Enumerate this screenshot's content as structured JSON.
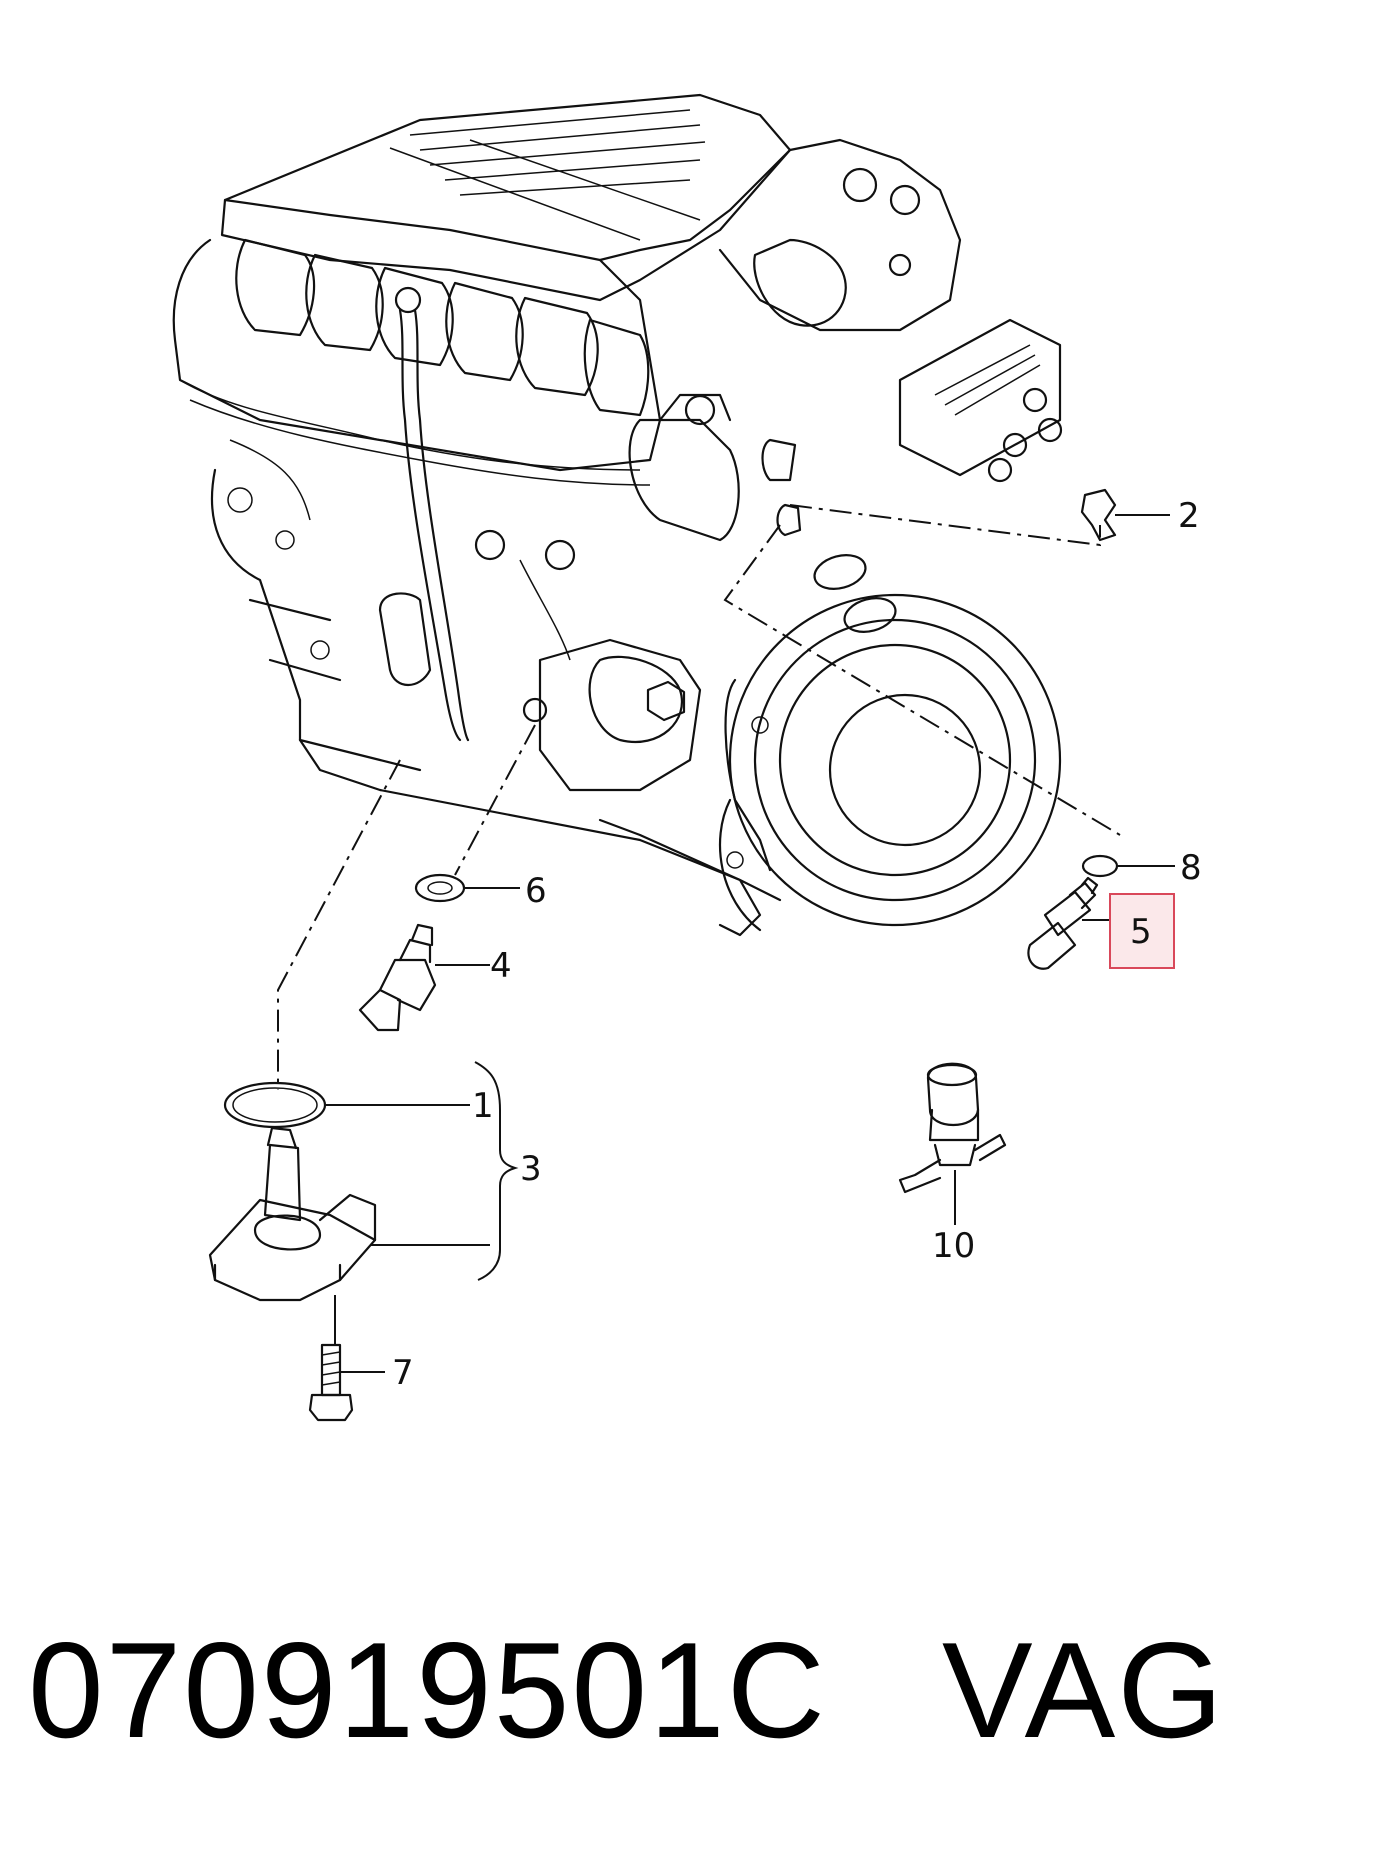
{
  "diagram": {
    "callouts": [
      {
        "id": "c1",
        "label": "1"
      },
      {
        "id": "c2",
        "label": "2"
      },
      {
        "id": "c3",
        "label": "3"
      },
      {
        "id": "c4",
        "label": "4"
      },
      {
        "id": "c5",
        "label": "5",
        "highlighted": true
      },
      {
        "id": "c6",
        "label": "6"
      },
      {
        "id": "c7",
        "label": "7"
      },
      {
        "id": "c8",
        "label": "8"
      },
      {
        "id": "c10",
        "label": "10"
      }
    ],
    "highlight_color": "#d9485a"
  },
  "footer": {
    "part_number": "070919501C",
    "brand": "VAG"
  }
}
